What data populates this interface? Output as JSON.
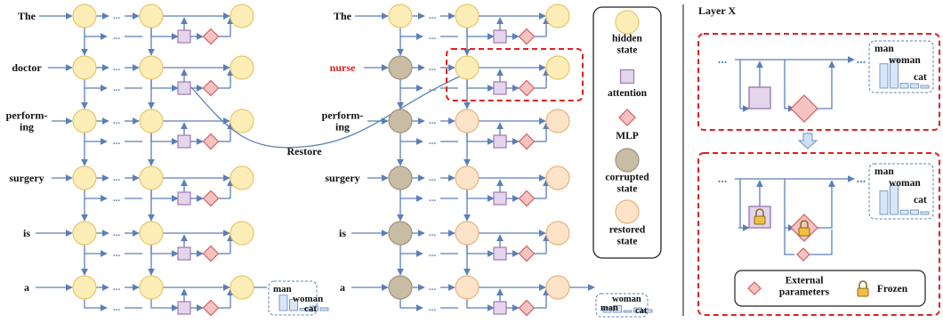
{
  "left_panel": {
    "tokens": [
      "The",
      "doctor",
      "perform-\ning",
      "surgery",
      "is",
      "a"
    ],
    "ellipsis": "...",
    "prediction": {
      "labels": [
        "man",
        "woman",
        "cat"
      ],
      "probs": [
        0.72,
        0.52,
        0.1
      ]
    }
  },
  "middle_panel": {
    "tokens": [
      "The",
      "nurse",
      "perform-\ning",
      "surgery",
      "is",
      "a"
    ],
    "corrupted_token": "nurse",
    "restore_label": "Restore",
    "prediction": {
      "labels": [
        "woman",
        "man",
        "cat"
      ],
      "probs": [
        0.45,
        0.62,
        0.12
      ]
    }
  },
  "legend": {
    "hidden_state": "hidden\nstate",
    "attention": "attention",
    "mlp": "MLP",
    "corrupted_state": "corrupted\nstate",
    "restored_state": "restored\nstate"
  },
  "right_panel": {
    "title": "Layer X",
    "top_prediction": {
      "labels": [
        "man",
        "woman",
        "cat"
      ],
      "probs": [
        0.62,
        0.75,
        0.12
      ]
    },
    "bottom_prediction": {
      "labels": [
        "man",
        "woman",
        "cat"
      ],
      "probs": [
        0.55,
        0.68,
        0.1
      ]
    },
    "legend_external": "External\nparameters",
    "legend_frozen": "Frozen"
  },
  "colors": {
    "hidden": "#fdeeb8",
    "hidden_stroke": "#e9c56a",
    "restored": "#fde3c8",
    "restored_stroke": "#e8b27e",
    "corrupted": "#c9bca4",
    "corrupted_stroke": "#9e927a",
    "attention": "#e4d5ec",
    "attention_stroke": "#9c7bb0",
    "mlp": "#f6c2c2",
    "mlp_stroke": "#d26060",
    "arrow": "#5b7fb8",
    "red_dash": "#e02020",
    "bar": "#d9e6f7",
    "bar_stroke": "#6f8fc0",
    "nurse_text": "#e02020"
  }
}
